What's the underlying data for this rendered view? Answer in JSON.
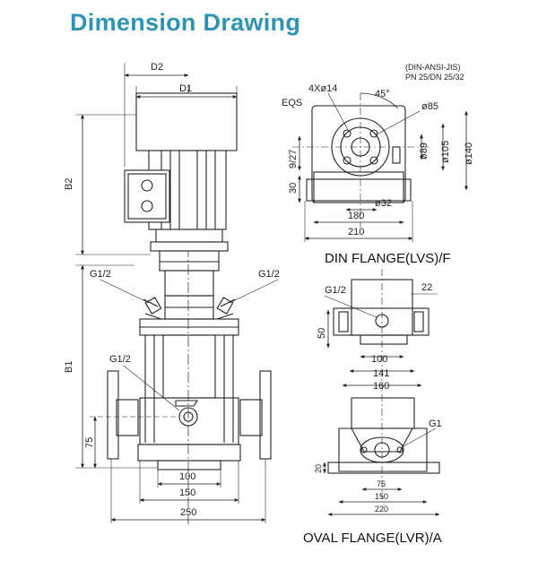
{
  "title": "Dimension Drawing",
  "pump": {
    "d2": "D2",
    "d1": "D1",
    "b2": "B2",
    "b1": "B1",
    "g_left": "G1/2",
    "g_right": "G1/2",
    "g_mid": "G1/2",
    "h75": "75",
    "w100": "100",
    "w150": "150",
    "w250": "250"
  },
  "din": {
    "standard": "(DIN-ANSI-JIS)",
    "pressure": "PN 25/DN 25/32",
    "eqs": "EQS",
    "holes": "4Xø14",
    "angle": "45°",
    "d85": "ø85",
    "d89": "ø89",
    "d105": "ø105",
    "d140": "ø140",
    "h9": "9/27",
    "h30": "30",
    "d32": "ø32",
    "w180": "180",
    "w210": "210",
    "caption": "DIN FLANGE(LVS)/F"
  },
  "oval": {
    "g": "G1/2",
    "d22": "22",
    "h50": "50",
    "w100": "100",
    "w141": "141",
    "w160": "160",
    "g1": "G1",
    "h20": "20",
    "w75": "75",
    "w150": "150",
    "w220": "220",
    "caption": "OVAL FLANGE(LVR)/A"
  }
}
